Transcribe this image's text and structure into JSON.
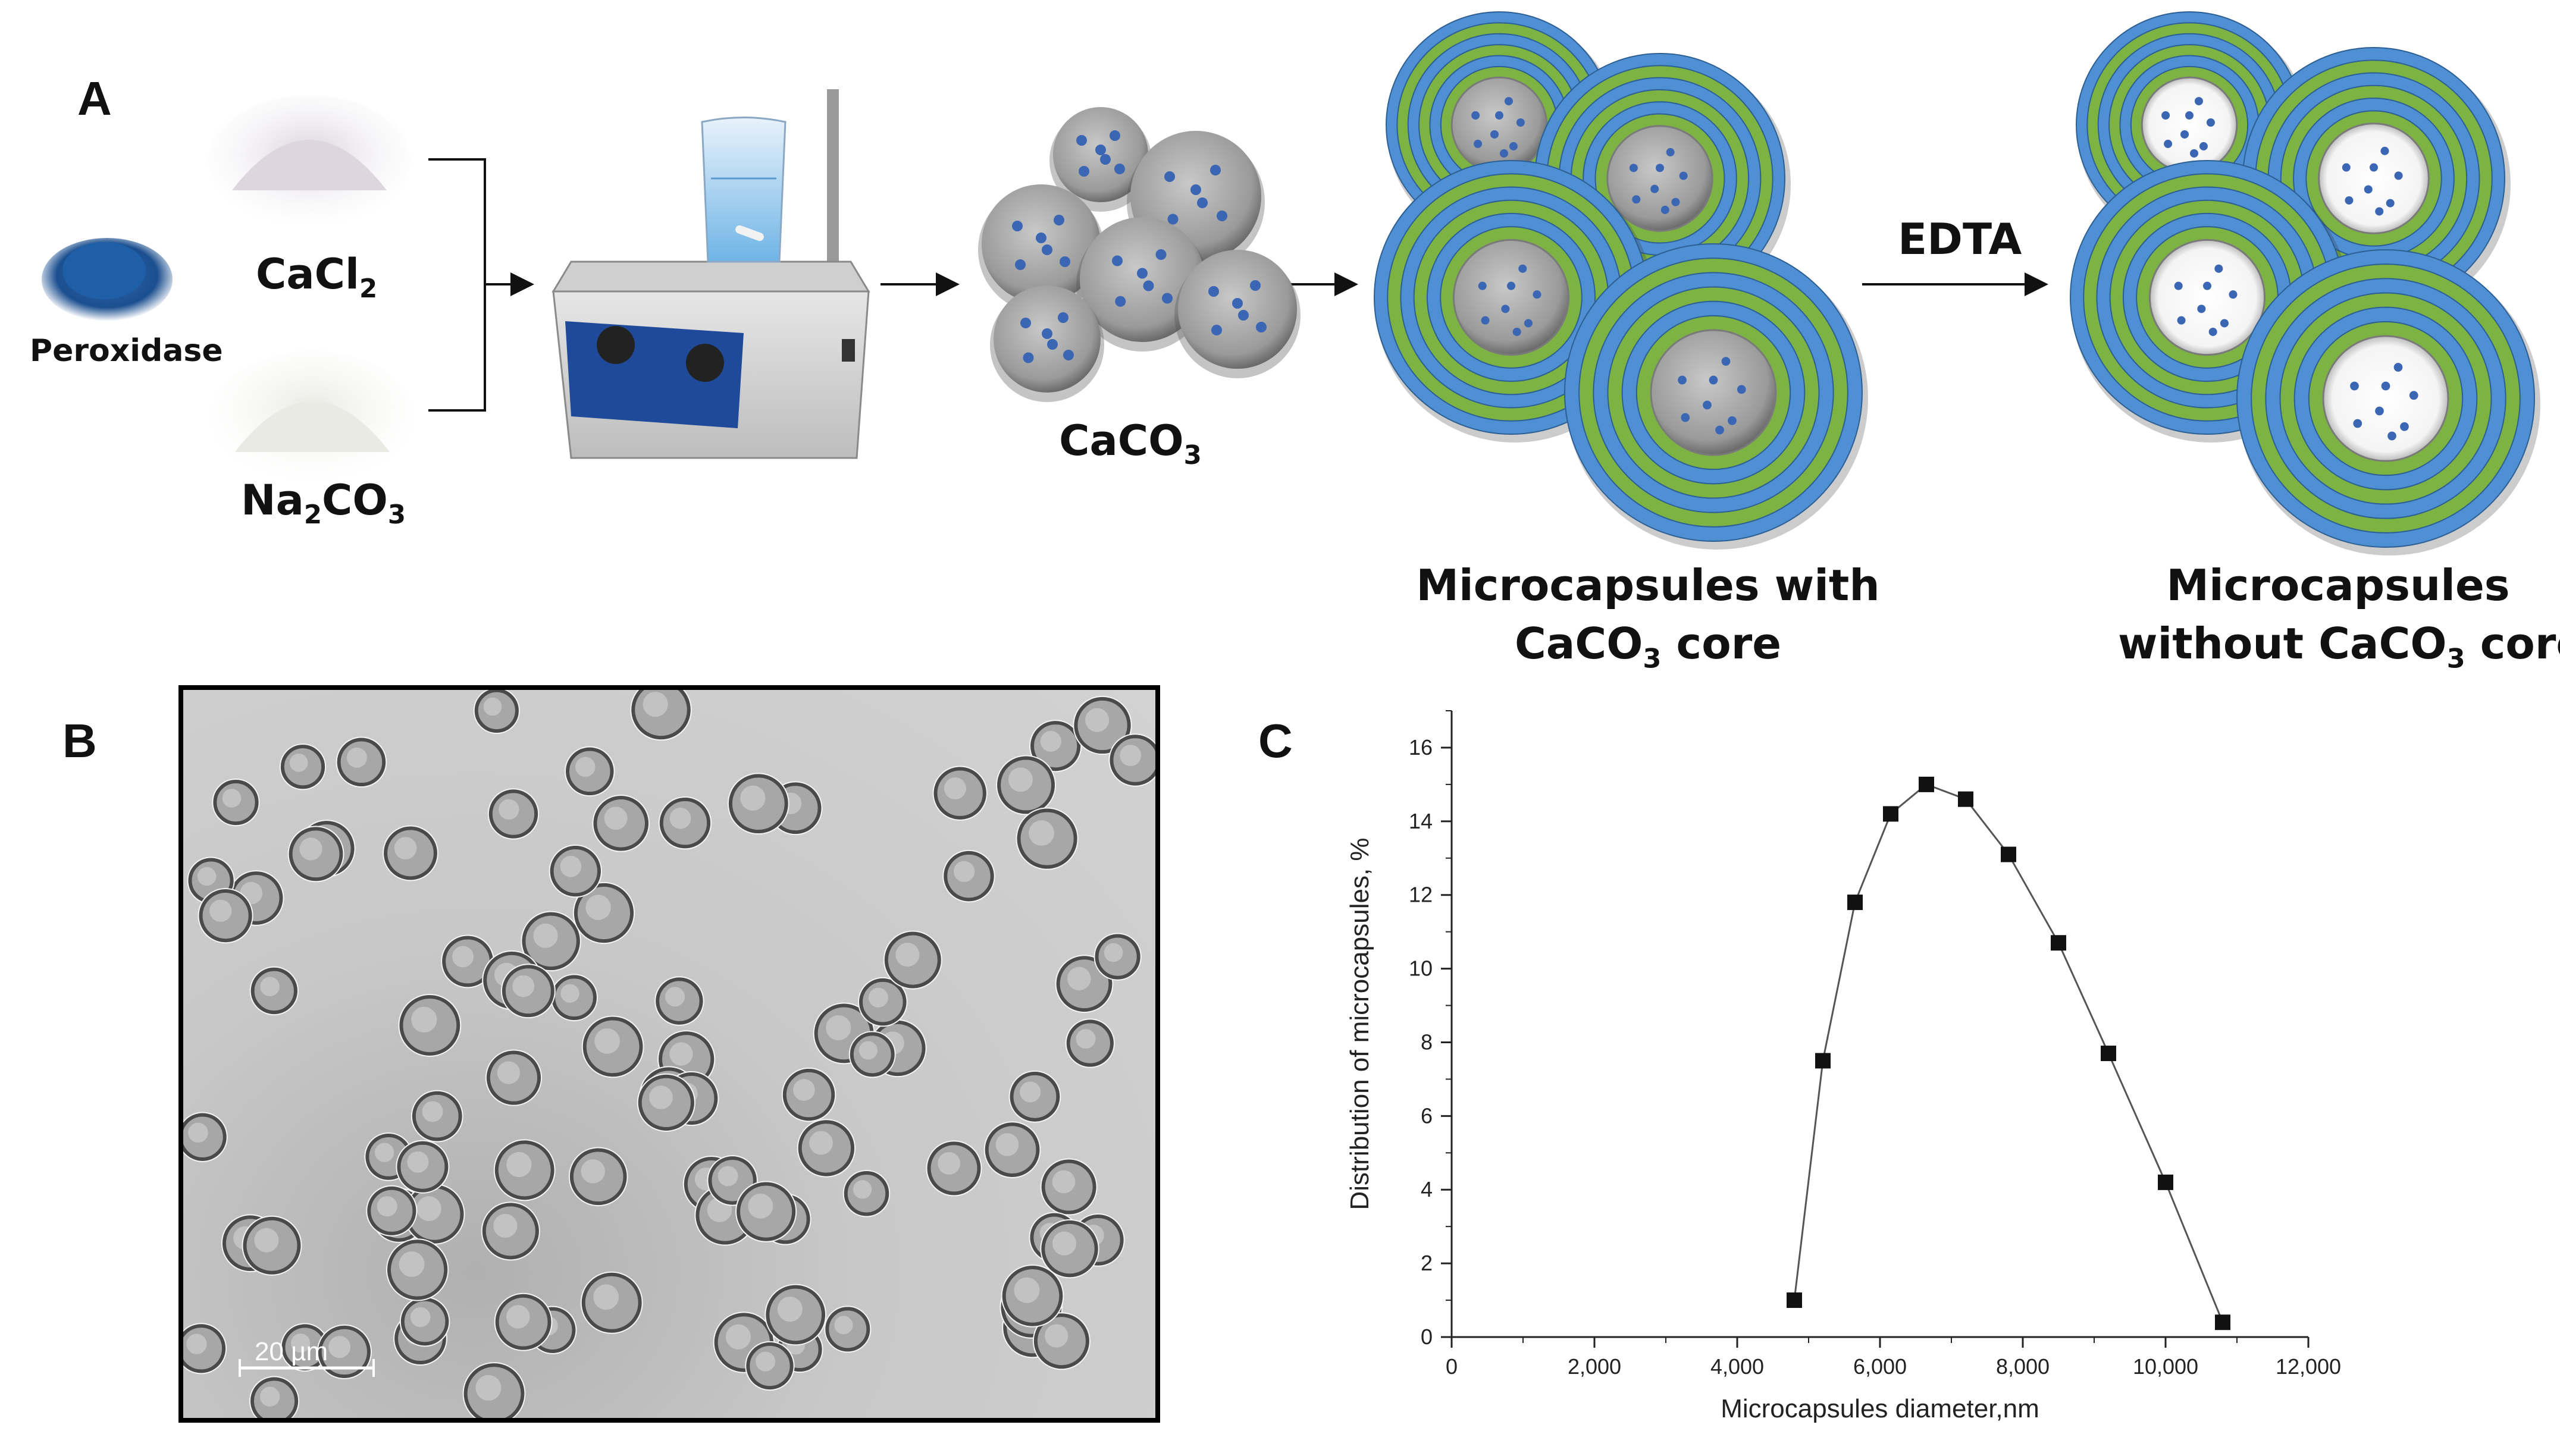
{
  "panels": {
    "a": "A",
    "b": "B",
    "c": "C"
  },
  "panel_a": {
    "peroxidase": "Peroxidase",
    "cacl2": {
      "base": "CaCl",
      "sub": "2"
    },
    "na2co3": {
      "p1": "Na",
      "s1": "2",
      "p2": "CO",
      "s2": "3"
    },
    "caco3": {
      "base": "CaCO",
      "sub": "3"
    },
    "edta": "EDTA",
    "with_core": {
      "line1": "Microcapsules with",
      "line2_pre": "CaCO",
      "line2_sub": "3",
      "line2_post": " core"
    },
    "without_core": {
      "line1": "Microcapsules",
      "line2_pre": "without CaCO",
      "line2_sub": "3",
      "line2_post": " core"
    },
    "colors": {
      "peroxidase": "#1f5fa8",
      "dot": "#3a66b3",
      "shell_blue": "#4f8fd4",
      "shell_green": "#7cb342",
      "core_gray": "#a9a9a9"
    }
  },
  "panel_b": {
    "scale_bar": "20 µm"
  },
  "chart_data": {
    "type": "scatter",
    "x": [
      4800,
      5200,
      5650,
      6150,
      6650,
      7200,
      7800,
      8500,
      9200,
      10000,
      10800
    ],
    "y": [
      1.0,
      7.5,
      11.8,
      14.2,
      15.0,
      14.6,
      13.1,
      10.7,
      7.7,
      4.2,
      0.4
    ],
    "xlabel": "Microcapsules diameter,nm",
    "ylabel": "Distribution of microcapsules, %",
    "xlim": [
      0,
      12000
    ],
    "ylim": [
      0,
      17
    ],
    "xticks": [
      0,
      2000,
      4000,
      6000,
      8000,
      10000,
      12000
    ],
    "xtick_labels": [
      "0",
      "2,000",
      "4,000",
      "6,000",
      "8,000",
      "10,000",
      "12,000"
    ],
    "yticks": [
      0,
      2,
      4,
      6,
      8,
      10,
      12,
      14,
      16
    ],
    "ytick_labels": [
      "0",
      "2",
      "4",
      "6",
      "8",
      "10",
      "12",
      "14",
      "16"
    ],
    "marker": "square",
    "line": true,
    "grid": false
  }
}
